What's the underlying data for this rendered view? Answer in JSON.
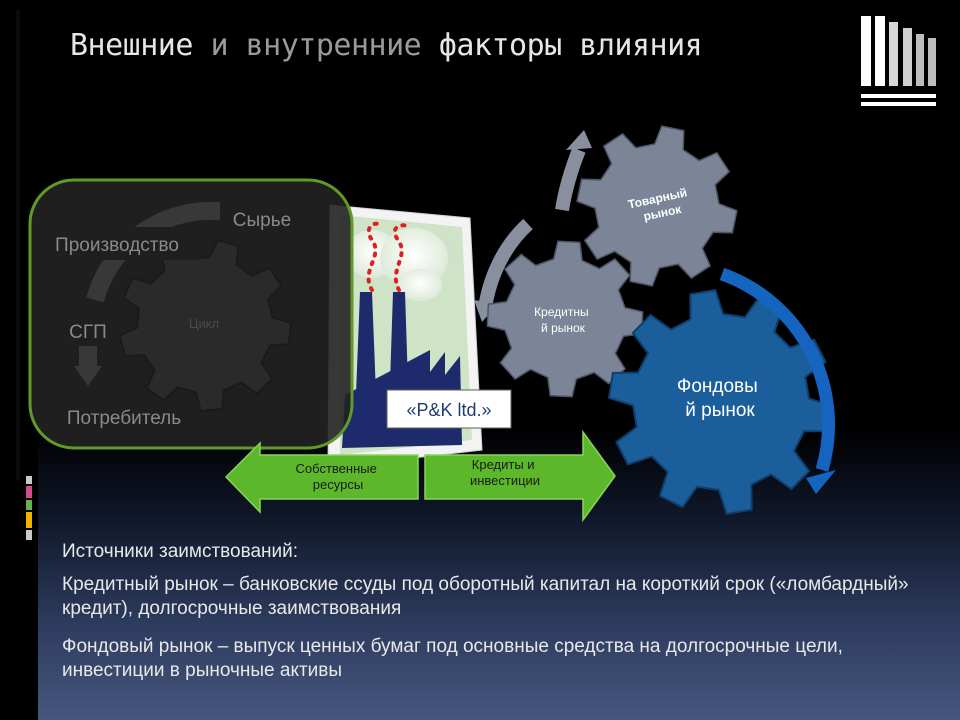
{
  "slide": {
    "title_parts": [
      "Внешние ",
      "и внутренние ",
      "факторы влияния"
    ]
  },
  "cycle": {
    "center_label": "Цикл",
    "raw_label": "Сырье",
    "production_label": "Производство",
    "sgp_label": "СГП",
    "consumer_label": "Потребитель"
  },
  "company": {
    "label": "«P&K ltd.»"
  },
  "gears": {
    "commodity_market": [
      "Товарный",
      "рынок"
    ],
    "credit_market": [
      "Кредитны",
      "й рынок"
    ],
    "stock_market": [
      "Фондовы",
      "й рынок"
    ]
  },
  "arrows": {
    "own_resources": [
      "Собственные",
      "ресурсы"
    ],
    "credits_investments": [
      "Кредиты и",
      "инвестиции"
    ]
  },
  "text": {
    "sources_heading": "Источники заимствований:",
    "credit_market_para": "Кредитный рынок – банковские ссуды под оборотный капитал на короткий срок («ломбардный» кредит), долгосрочные заимствования",
    "stock_market_para": "Фондовый рынок – выпуск ценных бумаг под основные средства на долгосрочные цели, инвестиции в рыночные активы"
  },
  "colors": {
    "gear_dark": "#2e2e2e",
    "gear_grey": "#7b8597",
    "gear_blue": "#1a5f9c",
    "arrow_green": "#5cb82a",
    "arrow_blue": "#1565c0",
    "cycle_border": "#5f9a2a"
  },
  "icons": [
    "factory-icon",
    "gear-icon"
  ]
}
